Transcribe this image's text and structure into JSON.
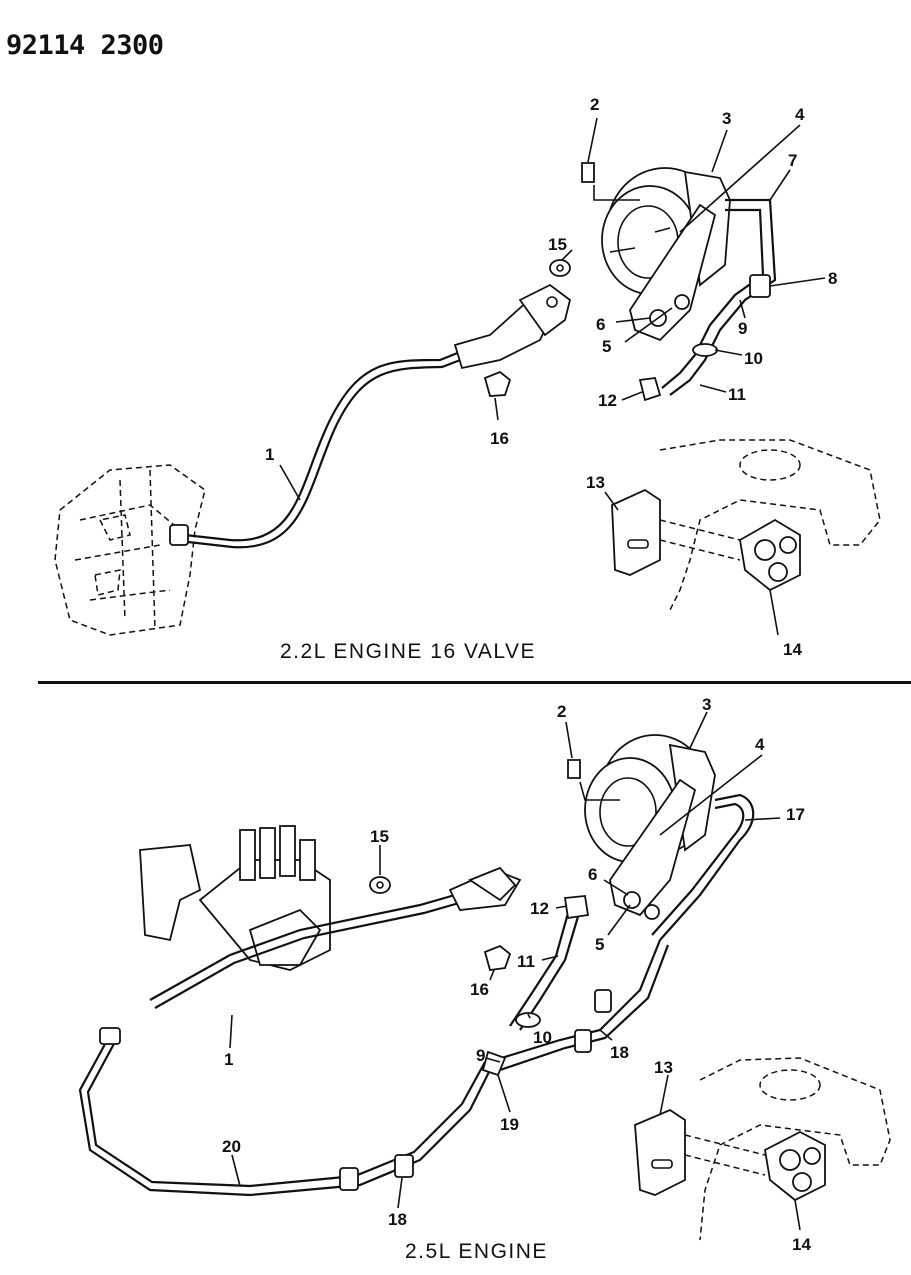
{
  "document_id": "92114 2300",
  "top_caption": "2.2L ENGINE 16 VALVE",
  "bottom_caption": "2.5L ENGINE",
  "top_callouts": [
    "1",
    "2",
    "3",
    "4",
    "5",
    "6",
    "7",
    "8",
    "9",
    "10",
    "11",
    "12",
    "13",
    "14",
    "15",
    "16"
  ],
  "bottom_callouts": [
    "1",
    "2",
    "3",
    "4",
    "5",
    "6",
    "9",
    "10",
    "11",
    "12",
    "13",
    "14",
    "15",
    "16",
    "17",
    "18",
    "18",
    "19",
    "20"
  ]
}
